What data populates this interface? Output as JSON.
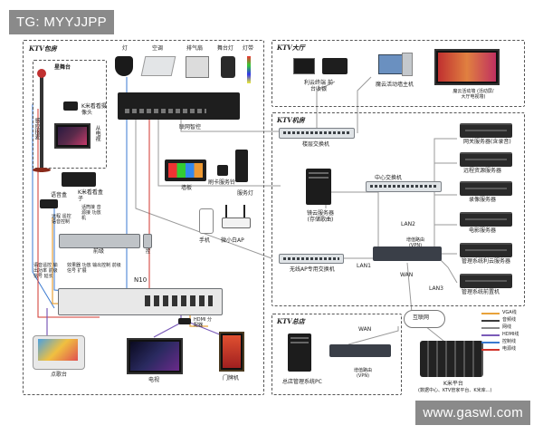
{
  "watermark_top": "TG: MYYJJPP",
  "watermark_bottom": "www.gaswl.com",
  "zones": {
    "room": "KTV包房",
    "hall": "KTV大厅",
    "machine_room": "KTV机房",
    "hq": "KTV总店"
  },
  "stage": {
    "title": "星舞台",
    "mic": "感应抠麦",
    "camera": "K米看看摄像头",
    "tv_small": "从电视"
  },
  "top_devices": {
    "light": "灯",
    "ac": "空调",
    "fan": "排气扇",
    "stage_light": "舞台灯",
    "lamp_strip": "灯带",
    "controller": "联网智控"
  },
  "room_devices": {
    "kmbox": "K米看看盒子",
    "audio_disk": "语音盒",
    "audio_desc": "远程 遥控 语音控制",
    "amp_desc": "话筒接 音源接 功放机",
    "amp": "前级",
    "amp_note": "信号 遥控",
    "wall_panel": "墙板",
    "card_reader": "刷卡服务铃",
    "service_light": "服务灯",
    "phone": "手机",
    "ap": "微小白AP",
    "n10": "N10",
    "hdmi": "HDMI 分配器",
    "note_left": "语音遥控 输出功率 前级信号 延长",
    "note_mid": "效果器 功放 输出控制 前级 信号 扩展",
    "jukebox": "点歌台",
    "tv": "电视",
    "door_sign": "门牌机"
  },
  "hall_devices": {
    "terminal": "利云终端 前台收银",
    "host": "魔云活动墙主机",
    "wall": "魔云活动墙 (活动屏/大厅电视墙)"
  },
  "machine_room": {
    "floor_switch": "楼层交换机",
    "center_switch": "中心交换机",
    "wifi_switch": "无线AP专用交换机",
    "router": "增值路由 (VPN)",
    "song_server": "镜云服务器 (存储歌曲)",
    "lan1": "LAN1",
    "lan2": "LAN2",
    "lan3": "LAN3",
    "wan": "WAN",
    "servers": [
      "网关服务器(含录音)",
      "远程资源服务器",
      "录像服务器",
      "电影服务器",
      "管理系统利云服务器",
      "管理系统前置机"
    ]
  },
  "hq": {
    "wan": "WAN",
    "pc": "总店管理系统PC",
    "router": "增值路由 (VPN)"
  },
  "internet": "互联网",
  "cloud": {
    "label": "K米平台",
    "desc": "(数据中心、KTV管家平台、K米库...)"
  },
  "legend": [
    {
      "label": "VGA线",
      "color": "#e8a23a"
    },
    {
      "label": "音频线",
      "color": "#3a3a3a"
    },
    {
      "label": "网线",
      "color": "#8a8a8a"
    },
    {
      "label": "HDMI线",
      "color": "#7a5ab8"
    },
    {
      "label": "控制线",
      "color": "#3a7ad0"
    },
    {
      "label": "电源线",
      "color": "#d0342c"
    }
  ]
}
